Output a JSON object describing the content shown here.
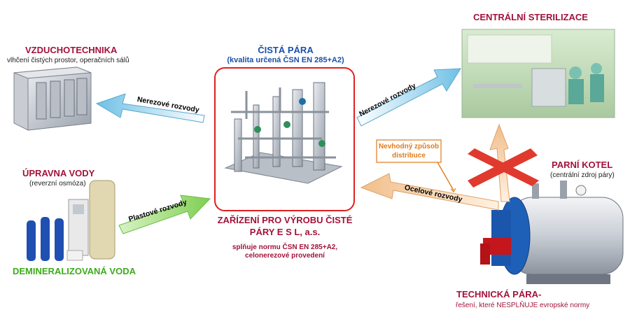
{
  "colors": {
    "red_title": "#a3123a",
    "blue_title": "#1a4fa8",
    "green_title": "#3cab1c",
    "orange_callout": "#e07a1c"
  },
  "top_left": {
    "title": "VZDUCHOTECHNIKA",
    "subtitle": "vlhčení čistých prostor, operačních sálů"
  },
  "top_center": {
    "title": "ČISTÁ PÁRA",
    "subtitle": "(kvalita určená ČSN EN 285+A2)"
  },
  "top_right": {
    "title": "CENTRÁLNÍ STERILIZACE"
  },
  "left_mid": {
    "title": "ÚPRAVNA VODY",
    "subtitle": "(reverzní osmóza)"
  },
  "bottom_left": {
    "title": "DEMINERALIZOVANÁ VODA"
  },
  "center_bottom": {
    "title_line1": "ZAŘÍZENÍ PRO VÝROBU ČISTÉ",
    "title_line2": "PÁRY  E S L, a.s.",
    "note_line1": "splňuje normu ČSN EN 285+A2,",
    "note_line2": "celonerezové provedení"
  },
  "right_mid": {
    "title": "PARNÍ KOTEL",
    "subtitle": "(centrální zdroj páry)"
  },
  "bottom_right": {
    "title": "TECHNICKÁ PÁRA-",
    "subtitle": "řešení, které NESPLŇUJE evropské normy"
  },
  "callout": {
    "line1": "Nevhodný způsob",
    "line2": "distribuce"
  },
  "arrows": {
    "to_air": "Nerezové rozvody",
    "to_steril": "Nerezové rozvody",
    "from_water": "Plastové rozvody",
    "from_boiler": "Ocelové rozvody"
  }
}
